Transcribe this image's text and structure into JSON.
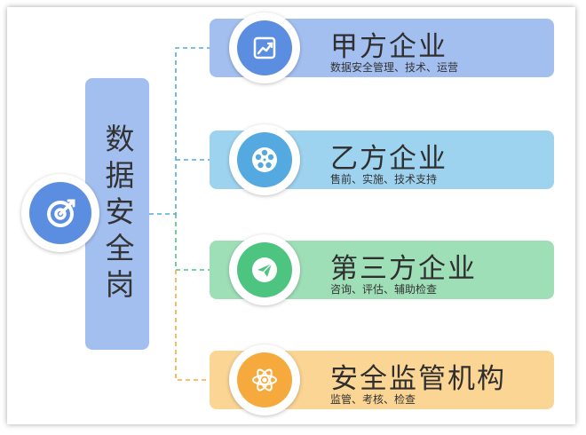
{
  "root": {
    "title": "数据安全岗",
    "icon": "target-icon",
    "color": "#5b8ee0",
    "box_color": "#a3bff0"
  },
  "branches": [
    {
      "title": "甲方企业",
      "subtitle": "数据安全管理、技术、运营",
      "icon": "chart-growth-icon",
      "card_color": "#a3bff0",
      "icon_color": "#5b8ee0"
    },
    {
      "title": "乙方企业",
      "subtitle": "售前、实施、技术支持",
      "icon": "film-reel-icon",
      "card_color": "#9ed3ef",
      "icon_color": "#53a9e0"
    },
    {
      "title": "第三方企业",
      "subtitle": "咨询、评估、辅助检查",
      "icon": "paper-plane-icon",
      "card_color": "#9fdfb8",
      "icon_color": "#4ec481"
    },
    {
      "title": "安全监管机构",
      "subtitle": "监管、考核、检查",
      "icon": "atom-icon",
      "card_color": "#fbd594",
      "icon_color": "#f6aa3e"
    }
  ]
}
